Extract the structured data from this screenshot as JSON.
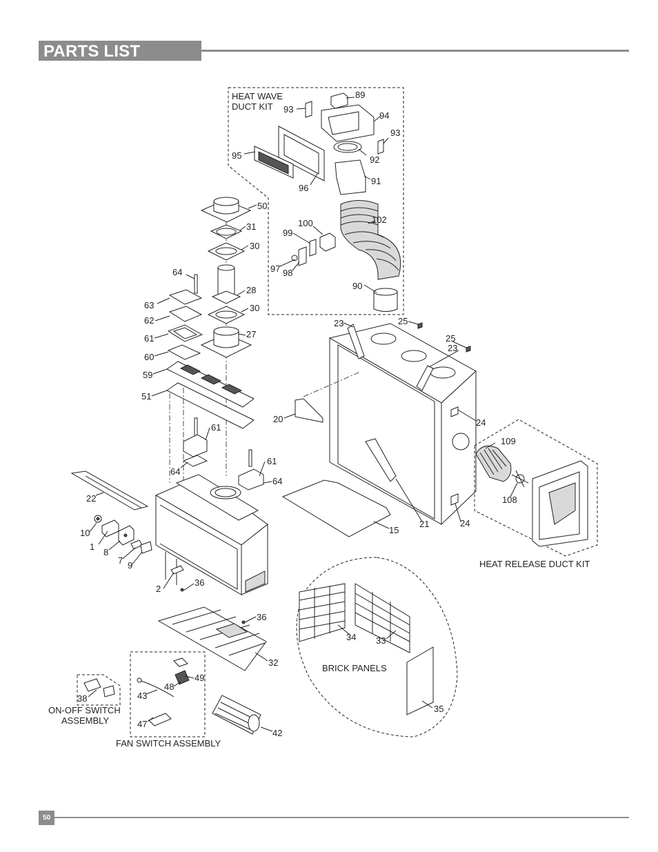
{
  "header": {
    "title": "PARTS LIST"
  },
  "footer": {
    "page_number": "50"
  },
  "groups": {
    "heat_wave": [
      "HEAT WAVE",
      "DUCT KIT"
    ],
    "heat_release": "HEAT RELEASE DUCT KIT",
    "brick_panels": "BRICK PANELS",
    "on_off_switch": [
      "ON-OFF SWITCH",
      "ASSEMBLY"
    ],
    "fan_switch": "FAN SWITCH ASSEMBLY"
  },
  "callouts": [
    "89",
    "93",
    "94",
    "93",
    "92",
    "95",
    "96",
    "91",
    "50",
    "31",
    "100",
    "102",
    "99",
    "30",
    "97",
    "98",
    "64",
    "28",
    "90",
    "63",
    "30",
    "62",
    "23",
    "25",
    "25",
    "27",
    "61",
    "23",
    "60",
    "59",
    "51",
    "20",
    "24",
    "61",
    "109",
    "61",
    "64",
    "64",
    "22",
    "108",
    "21",
    "24",
    "15",
    "10",
    "1",
    "8",
    "7",
    "9",
    "2",
    "36",
    "36",
    "34",
    "33",
    "32",
    "49",
    "48",
    "38",
    "43",
    "35",
    "47",
    "42"
  ]
}
